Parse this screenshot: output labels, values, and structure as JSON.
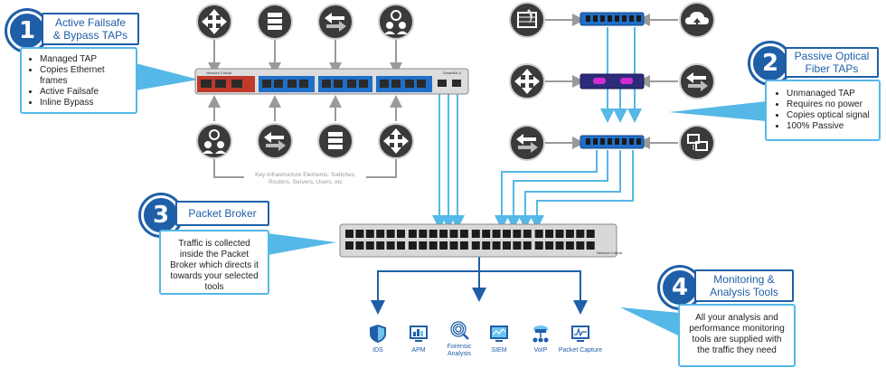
{
  "callouts": {
    "c1": {
      "number": "1",
      "title_line1": "Active Failsafe",
      "title_line2": "& Bypass TAPs",
      "bullets": [
        "Managed TAP",
        "Copies Ethernet frames",
        "Active Failsafe",
        "Inline Bypass"
      ]
    },
    "c2": {
      "number": "2",
      "title_line1": "Passive Optical",
      "title_line2": "Fiber TAPs",
      "bullets": [
        "Unmanaged TAP",
        "Requires no power",
        "Copies optical signal",
        "100% Passive"
      ]
    },
    "c3": {
      "number": "3",
      "title": "Packet Broker",
      "body": "Traffic is collected inside the Packet Broker which directs it towards your selected tools"
    },
    "c4": {
      "number": "4",
      "title_line1": "Monitoring &",
      "title_line2": "Analysis Tools",
      "body": "All your analysis and performance monitoring tools are supplied with the traffic they need"
    }
  },
  "infra_label": "Key Infrastructure Elements: Switches, Routers, Servers, Users, etc",
  "device1": {
    "brand": "Network Critical",
    "model": "SmartNA-X"
  },
  "broker": {
    "brand": "Network Critical"
  },
  "tools": [
    {
      "label": "IDS",
      "icon": "shield-icon"
    },
    {
      "label": "APM",
      "icon": "apm-chart-icon"
    },
    {
      "label": "Forensic Analysis",
      "icon": "fingerprint-icon"
    },
    {
      "label": "SIEM",
      "icon": "siem-monitor-icon"
    },
    {
      "label": "VoIP",
      "icon": "voip-phone-icon"
    },
    {
      "label": "Packet Capture",
      "icon": "packet-capture-icon"
    }
  ],
  "colors": {
    "accent": "#1f5fa8",
    "wire": "#55b8e6",
    "tap_red": "#c0392b",
    "tap_blue": "#1f6fc8"
  }
}
